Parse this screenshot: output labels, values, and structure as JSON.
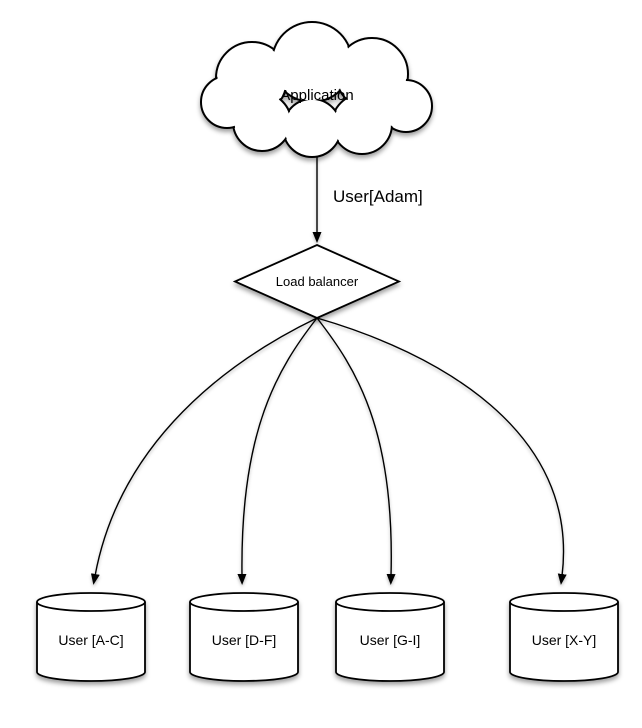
{
  "diagram": {
    "type": "sharding-architecture-flowchart",
    "colors": {
      "background": "#ffffff",
      "shape_fill": "#ffffff",
      "stroke": "#000000",
      "text": "#000000"
    },
    "application": {
      "shape": "cloud",
      "label": "Application"
    },
    "request": {
      "label": "User[Adam]",
      "from": "Application",
      "to": "Load balancer"
    },
    "load_balancer": {
      "shape": "diamond",
      "label": "Load balancer"
    },
    "shards": [
      {
        "shape": "cylinder",
        "label": "User [A-C]"
      },
      {
        "shape": "cylinder",
        "label": "User [D-F]"
      },
      {
        "shape": "cylinder",
        "label": "User [G-I]"
      },
      {
        "shape": "cylinder",
        "label": "User [X-Y]"
      }
    ]
  }
}
